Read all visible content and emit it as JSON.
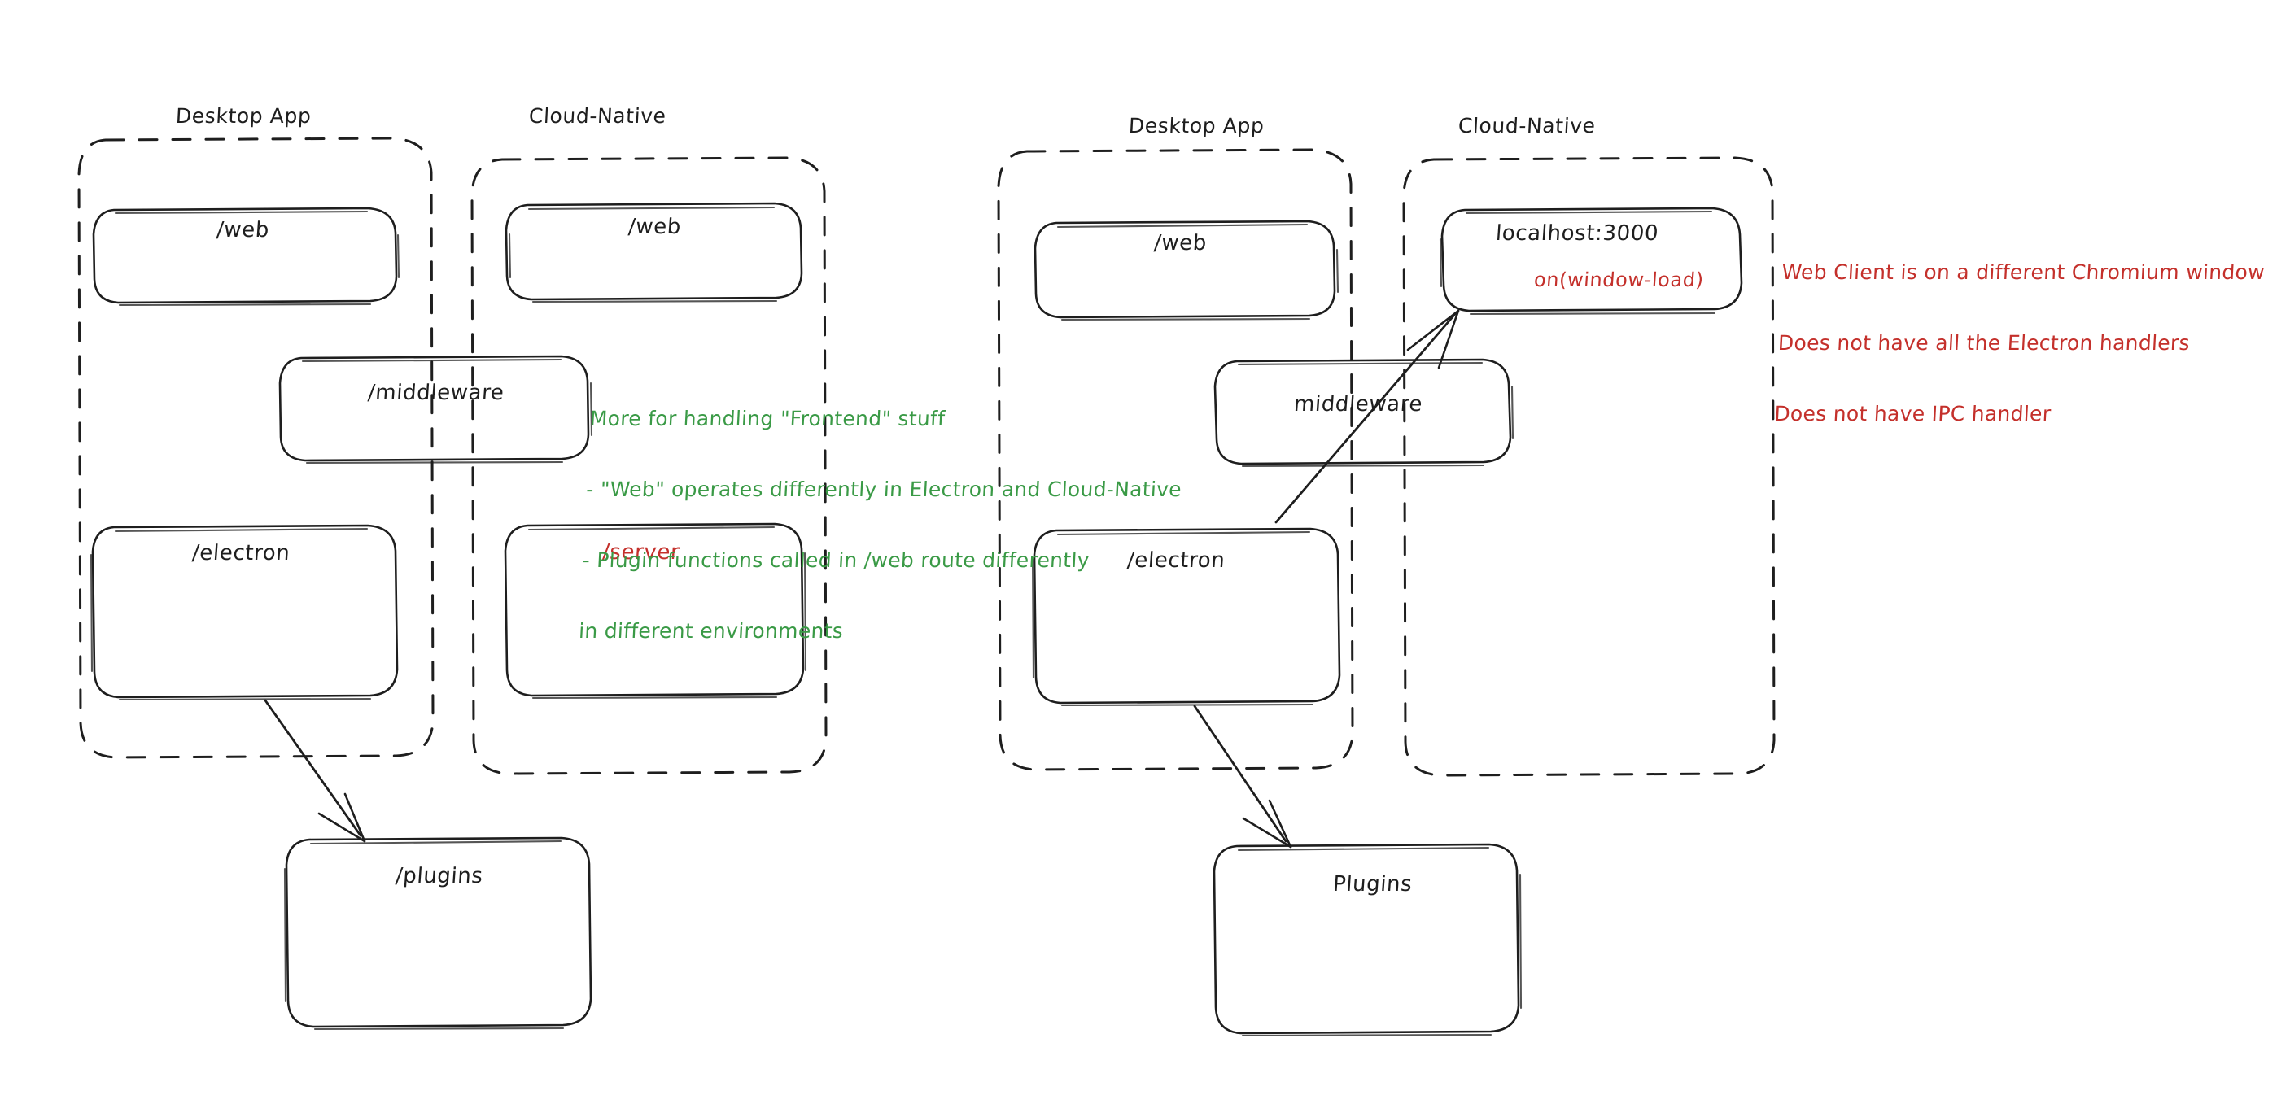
{
  "diagram": {
    "title_semantic": "electron-vs-cloud-native-architecture-sketch",
    "background_color": "#ffffff",
    "ink_color": "#1e1e1e",
    "green_color": "#3a9a46",
    "red_color": "#c4302b"
  },
  "left_diagram": {
    "frames": [
      {
        "label": "Desktop App"
      },
      {
        "label": "Cloud-Native"
      }
    ],
    "boxes": [
      {
        "label": "/web",
        "color": "#1e1e1e"
      },
      {
        "label": "/web",
        "color": "#1e1e1e"
      },
      {
        "label": "/middleware",
        "color": "#1e1e1e"
      },
      {
        "label": "/electron",
        "color": "#1e1e1e"
      },
      {
        "label": "/server",
        "color": "#c4302b"
      },
      {
        "label": "/plugins",
        "color": "#1e1e1e"
      }
    ]
  },
  "right_diagram": {
    "frames": [
      {
        "label": "Desktop App"
      },
      {
        "label": "Cloud-Native"
      }
    ],
    "boxes": [
      {
        "label": "/web",
        "color": "#1e1e1e"
      },
      {
        "label": "localhost:3000",
        "sublabel": "on(window-load)",
        "color": "#1e1e1e",
        "sublabel_color": "#c4302b"
      },
      {
        "label": "middleware",
        "color": "#1e1e1e"
      },
      {
        "label": "/electron",
        "color": "#1e1e1e"
      },
      {
        "label": "Plugins",
        "color": "#1e1e1e"
      }
    ]
  },
  "annotations": {
    "green_note": {
      "color": "#3a9a46",
      "lines": [
        "More for handling \"Frontend\" stuff",
        "- \"Web\" operates differently in Electron and Cloud-Native",
        "- Plugin functions called in /web route differently",
        "in different environments"
      ],
      "line1": "More for handling \"Frontend\" stuff",
      "line2": "- \"Web\" operates differently in Electron and Cloud-Native",
      "line3": "- Plugin functions called in /web route differently",
      "line4": "in different environments"
    },
    "red_note": {
      "color": "#c4302b",
      "lines": [
        "Web Client is on a different Chromium window",
        "Does not have all the Electron handlers",
        "Does not have IPC handler"
      ],
      "line1": "Web Client is on a different Chromium window",
      "line2": "Does not have all the Electron handlers",
      "line3": "Does not have IPC handler"
    }
  }
}
